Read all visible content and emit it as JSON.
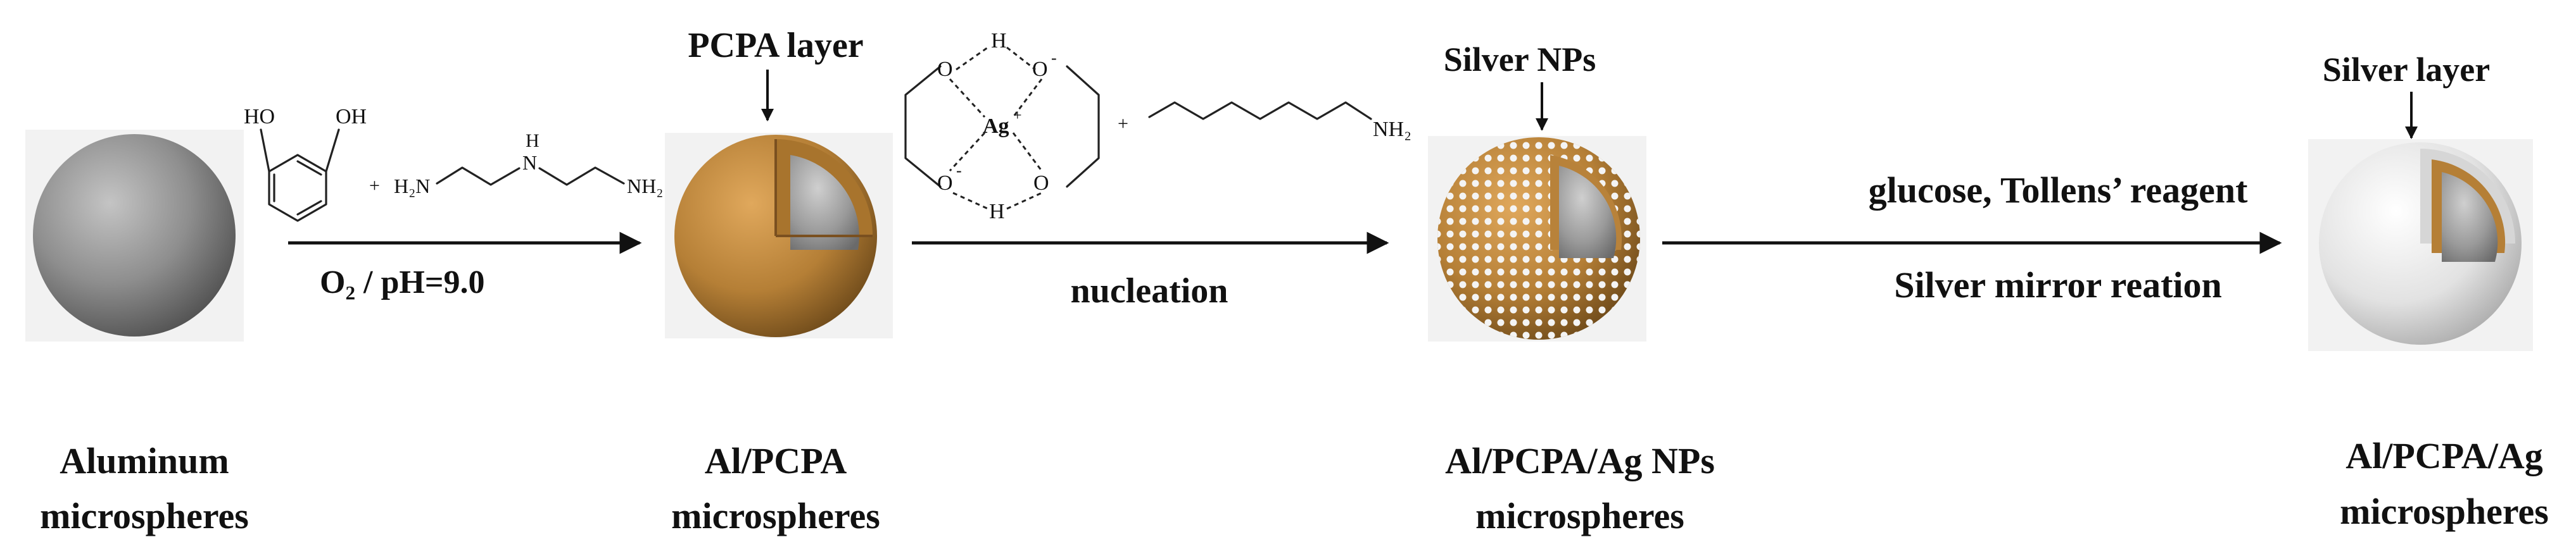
{
  "diagram": {
    "steps": [
      {
        "caption_line1": "Aluminum",
        "caption_line2": "microspheres"
      },
      {
        "caption_line1": "Al/PCPA",
        "caption_line2": "microspheres",
        "callout": "PCPA layer"
      },
      {
        "caption_line1": "Al/PCPA/Ag NPs",
        "caption_line2": "microspheres",
        "callout": "Silver NPs"
      },
      {
        "caption_line1": "Al/PCPA/Ag",
        "caption_line2": "microspheres",
        "callout": "Silver layer"
      }
    ],
    "arrows": [
      {
        "below": "O₂ / pH=9.0"
      },
      {
        "below": "nucleation"
      },
      {
        "above": "glucose, Tollens’ reagent",
        "below": "Silver mirror reation"
      }
    ],
    "reagents": {
      "catechol": {
        "oh1": "HO",
        "oh2": "OH"
      },
      "plus": "+",
      "amine": {
        "nh2_left": "H₂N",
        "nh": "N",
        "h": "H",
        "nh2_right": "NH₂"
      },
      "silver_complex": {
        "h_top": "H",
        "o_tl": "O",
        "o_tr": "O",
        "o_tr_charge": "-",
        "ag": "Ag",
        "ag_charge": "+",
        "o_bl": "O",
        "o_bl_charge": "-",
        "o_br": "O",
        "h_bottom": "H"
      },
      "octylamine": {
        "nh2": "NH₂"
      }
    }
  },
  "colors": {
    "aluminum": "#8c8c8c",
    "pcpa": "#c08a3e",
    "silver": "#e6e6e6",
    "panel_bg": "#f3f3f3"
  }
}
